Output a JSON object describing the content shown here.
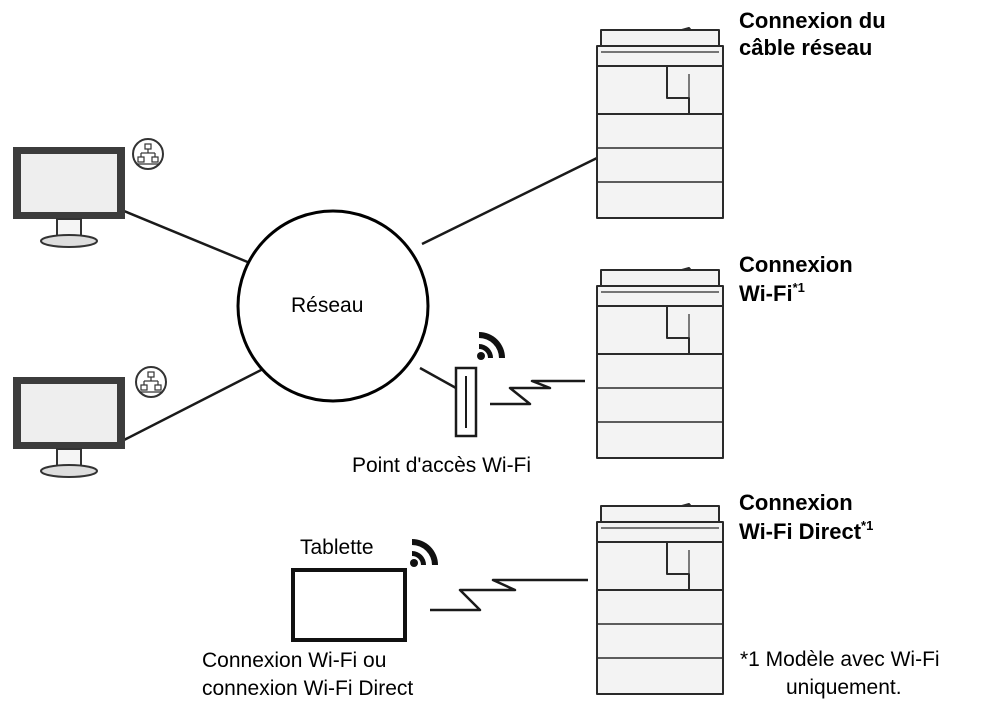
{
  "diagram": {
    "network_label": "Réseau",
    "access_point_label": "Point d'accès Wi-Fi",
    "tablet_label": "Tablette",
    "tablet_caption_line1": "Connexion Wi-Fi ou",
    "tablet_caption_line2": "connexion Wi-Fi Direct",
    "printers": [
      {
        "line1": "Connexion du",
        "line2": "câble réseau",
        "footnote": ""
      },
      {
        "line1": "Connexion",
        "line2": "Wi-Fi",
        "footnote": "*1"
      },
      {
        "line1": "Connexion",
        "line2": "Wi-Fi Direct",
        "footnote": "*1"
      }
    ],
    "footnote_line1": "*1 Modèle avec Wi-Fi",
    "footnote_line2": "uniquement.",
    "icons": [
      "monitor-icon",
      "network-badge-icon",
      "printer-icon",
      "wifi-icon",
      "access-point-icon",
      "tablet-icon"
    ],
    "colors": {
      "line": "#1a1a1a",
      "monitor_frame": "#3c3c3c",
      "screen": "#eeeeee",
      "printer_body": "#f3f3f3"
    }
  }
}
